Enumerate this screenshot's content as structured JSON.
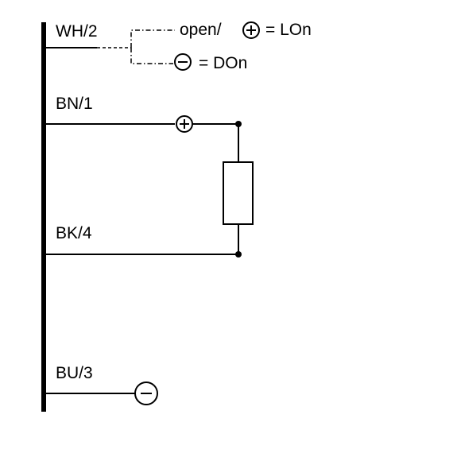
{
  "wires": {
    "wh": "WH/2",
    "bn": "BN/1",
    "bk": "BK/4",
    "bu": "BU/3"
  },
  "options": {
    "open_text": "open/",
    "lon_text": "= LOn",
    "don_text": "= DOn"
  }
}
